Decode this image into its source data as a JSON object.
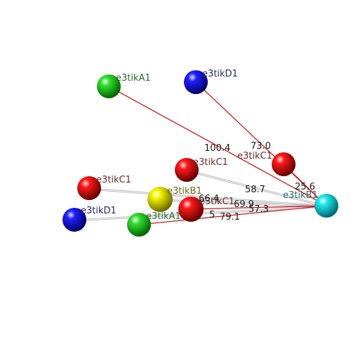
{
  "colors": {
    "red_bond": "#cc1a1a",
    "gray_bond": "#b8b8b8",
    "label_green": "#2e6b2e",
    "label_blue": "#262660",
    "label_red": "#6b2a2a",
    "label_yellow": "#6b6b1a",
    "label_cyan": "#2a6b6b"
  },
  "atoms": [
    {
      "id": "a1",
      "label": "e3tikA1",
      "color": "green"
    },
    {
      "id": "d1top",
      "label": "e3tikD1",
      "color": "blue"
    },
    {
      "id": "c1right",
      "label": "e3tikC1",
      "color": "red"
    },
    {
      "id": "c1mid",
      "label": "e3tikC1",
      "color": "red"
    },
    {
      "id": "c1left",
      "label": "e3tikC1",
      "color": "red"
    },
    {
      "id": "b1yellow",
      "label": "e3tikB1",
      "color": "yellow"
    },
    {
      "id": "c1center",
      "label": "e3tikC1",
      "color": "red"
    },
    {
      "id": "d1left",
      "label": "e3tikD1",
      "color": "blue"
    },
    {
      "id": "a1low",
      "label": "e3tikA1",
      "color": "green"
    },
    {
      "id": "b1cyan",
      "label": "e3tikB1",
      "color": "cyan"
    }
  ],
  "bonds": [
    {
      "from": "a1",
      "to": "b1cyan",
      "style": "red",
      "value": "100.4"
    },
    {
      "from": "d1top",
      "to": "b1cyan",
      "style": "red",
      "value": "73.0"
    },
    {
      "from": "c1right",
      "to": "b1cyan",
      "style": "red",
      "value": "25.6"
    },
    {
      "from": "c1mid",
      "to": "b1cyan",
      "style": "gray",
      "value": "58.7"
    },
    {
      "from": "c1left",
      "to": "b1cyan",
      "style": "gray",
      "value": "66.4"
    },
    {
      "from": "b1yellow",
      "to": "b1cyan",
      "style": "gray",
      "value": "69.9"
    },
    {
      "from": "c1center",
      "to": "b1cyan",
      "style": "red",
      "value": "57.3"
    },
    {
      "from": "d1left",
      "to": "b1cyan",
      "style": "gray",
      "value": "5"
    },
    {
      "from": "a1low",
      "to": "b1cyan",
      "style": "red",
      "value": "79.1"
    }
  ]
}
